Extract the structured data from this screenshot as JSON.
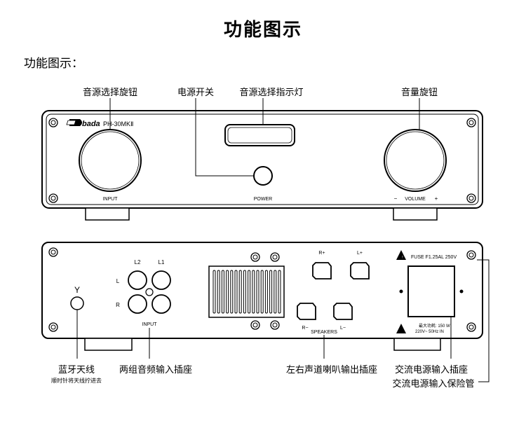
{
  "page": {
    "title": "功能图示",
    "subtitle": "功能图示："
  },
  "front_panel": {
    "callouts": {
      "input_knob": "音源选择旋钮",
      "power_switch": "电源开关",
      "indicator": "音源选择指示灯",
      "volume_knob": "音量旋钮"
    },
    "brand": "bada",
    "model": "PH-30MKⅡ",
    "input_label": "INPUT",
    "power_label": "POWER",
    "volume_label": "VOLUME",
    "volume_minus": "−",
    "volume_plus": "+"
  },
  "rear_panel": {
    "antenna_symbol": "Y",
    "rca_labels": {
      "l2": "L2",
      "l1": "L1",
      "l": "L",
      "r": "R"
    },
    "input_label": "INPUT",
    "speaker_labels": {
      "r_plus": "R+",
      "l_plus": "L+",
      "r_minus": "R−",
      "l_minus": "L−"
    },
    "speakers_label": "SPEAKERS",
    "fuse_label": "FUSE F1.25AL 250V",
    "power_spec_line1": "最大功耗: 150 W",
    "power_spec_line2": "220V~ 50Hz IN",
    "callouts": {
      "bluetooth_antenna": "蓝牙天线",
      "antenna_hint": "顺时针将天线拧进去",
      "rca_input": "两组音频输入插座",
      "speaker_output": "左右声道喇叭输出插座",
      "ac_input": "交流电源输入插座",
      "ac_fuse": "交流电源输入保险管"
    }
  },
  "colors": {
    "line": "#000000",
    "panel_fill": "#ffffff"
  }
}
